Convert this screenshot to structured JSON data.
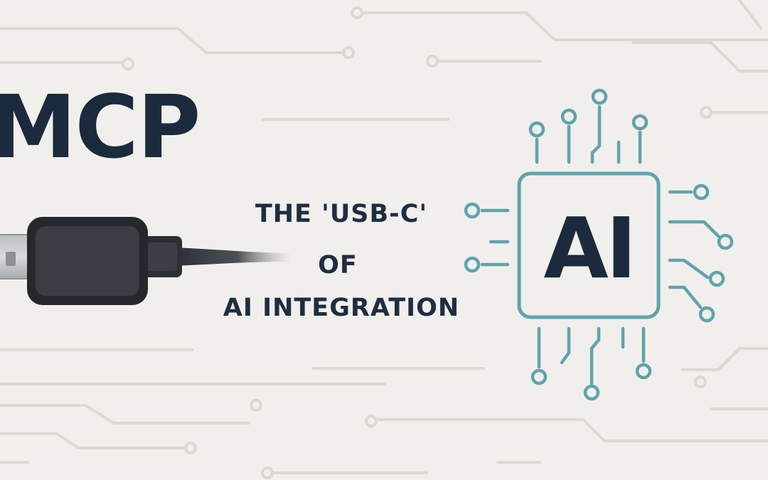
{
  "title": "MCP",
  "tagline": {
    "line1": "THE 'USB-C'",
    "line2": "OF",
    "line3": "AI INTEGRATION"
  },
  "chip": {
    "label": "AI",
    "icon": "ai-chip-icon"
  },
  "connector": {
    "icon": "usb-c-plug-icon"
  },
  "colors": {
    "background": "#f1efec",
    "title_text": "#1b2a3d",
    "chip_accent": "#5fa3ad",
    "plug_body": "#2f3237",
    "background_traces": "#dcd8d2"
  }
}
